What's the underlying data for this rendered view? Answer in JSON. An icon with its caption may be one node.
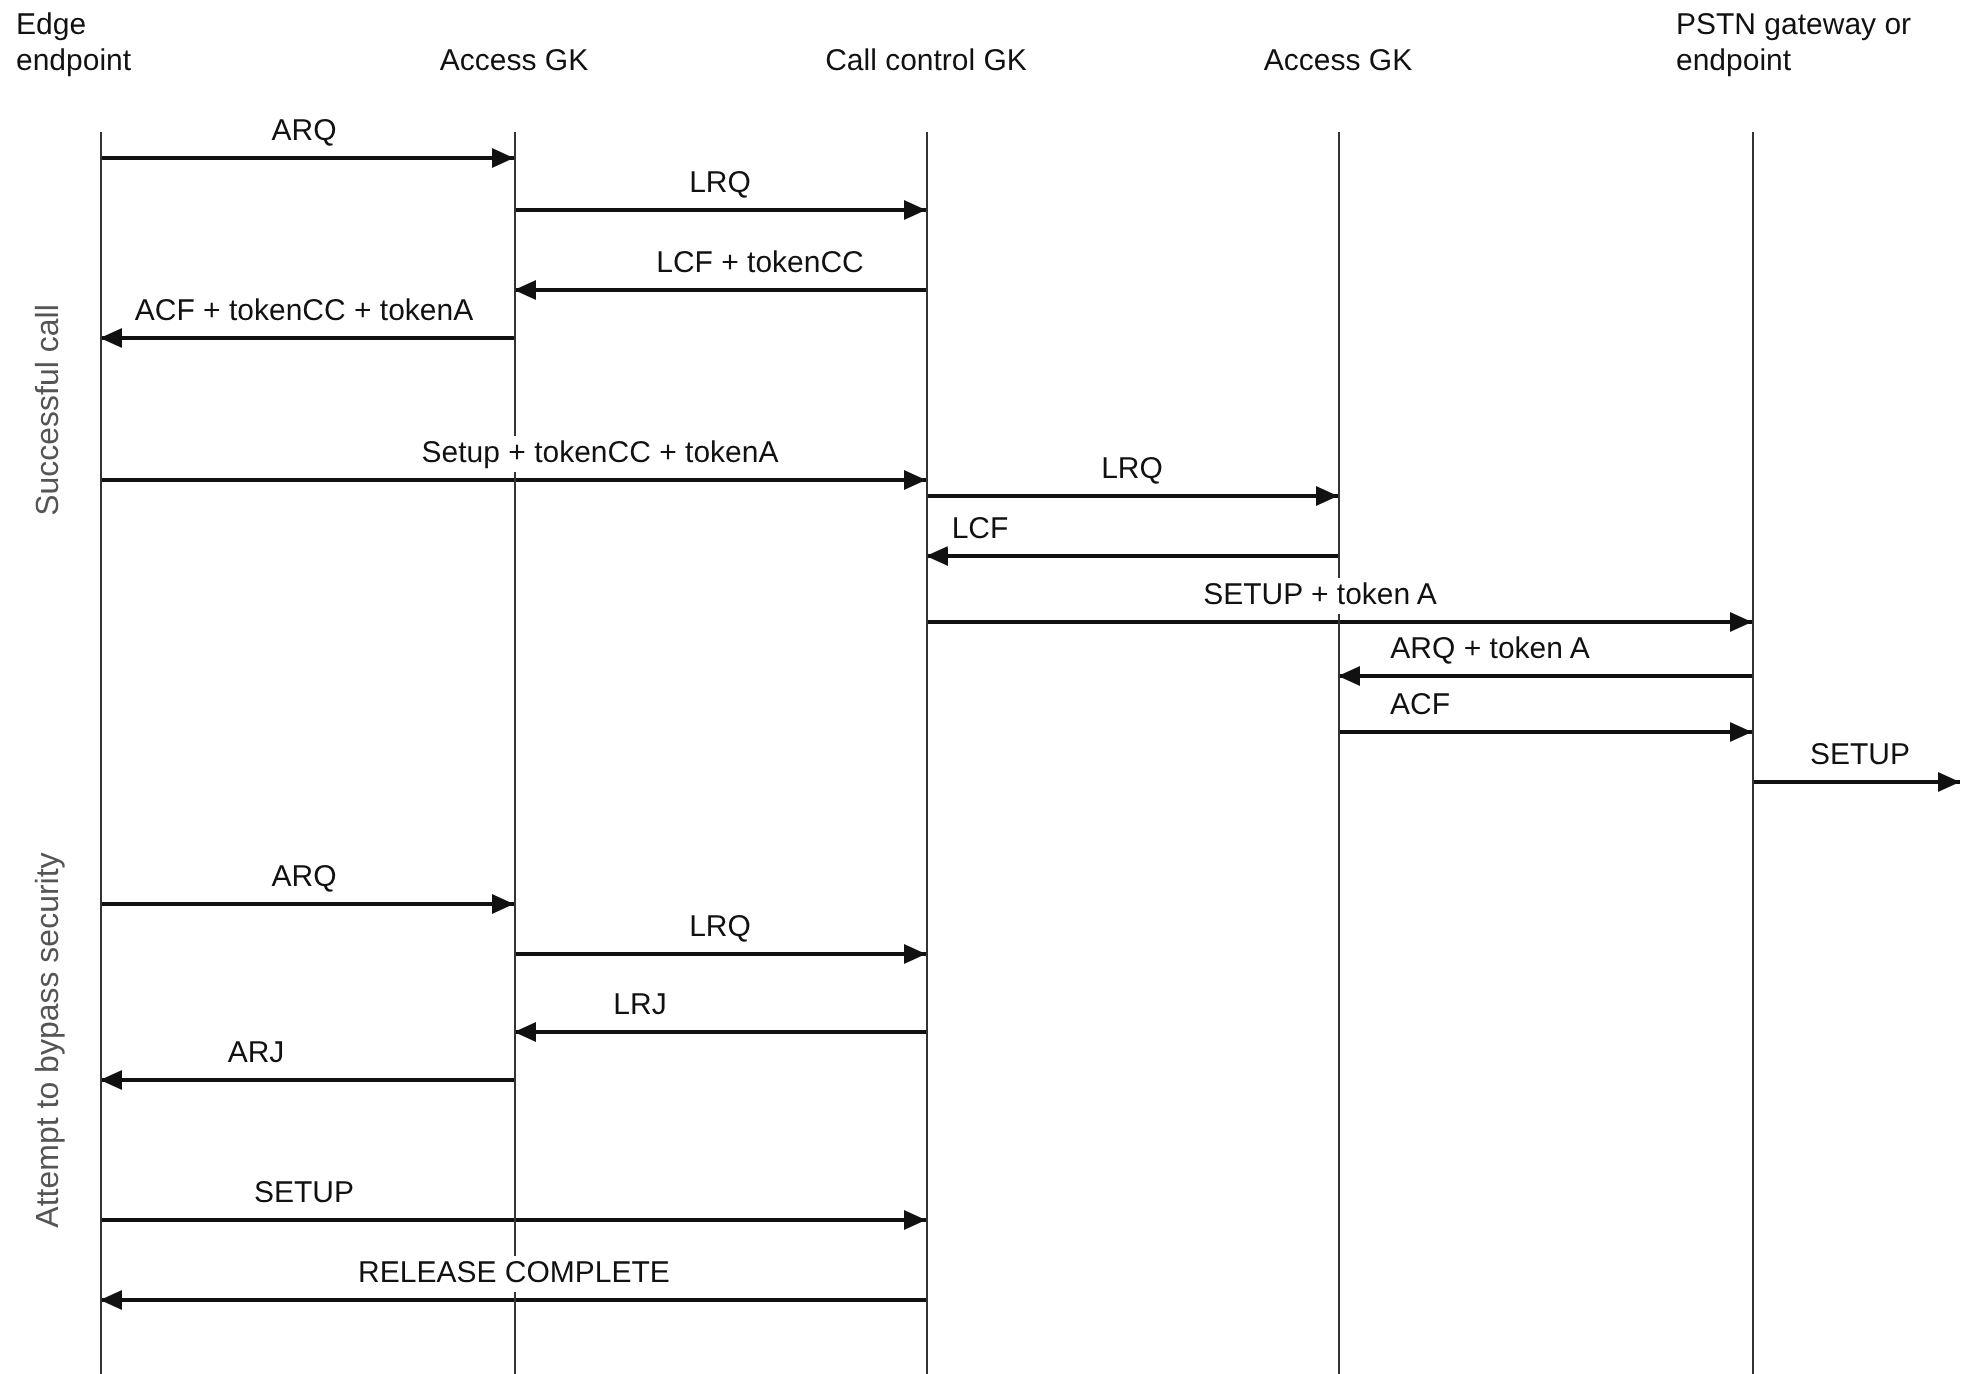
{
  "diagram": {
    "nodes": [
      {
        "text": [
          "Edge endpoint"
        ]
      },
      {
        "text": [
          "Access GK"
        ]
      },
      {
        "text": [
          "Call control GK"
        ]
      },
      {
        "text": [
          "Access GK"
        ]
      },
      {
        "text": [
          "PSTN gateway or endpoint"
        ]
      }
    ],
    "edges": [
      {
        "from": 0,
        "to": 1,
        "arrow": "to",
        "label": "ARQ"
      },
      {
        "from": 1,
        "to": 2,
        "arrow": "to",
        "label": "LRQ"
      },
      {
        "from": 2,
        "to": 1,
        "arrow": "to",
        "label": "LCF + tokenCC"
      },
      {
        "from": 1,
        "to": 0,
        "arrow": "to",
        "label": "ACF + tokenCC + tokenA"
      },
      {
        "from": 0,
        "to": 2,
        "arrow": "to",
        "label": "Setup + tokenCC + tokenA"
      },
      {
        "from": 2,
        "to": 3,
        "arrow": "to",
        "label": "LRQ"
      },
      {
        "from": 3,
        "to": 2,
        "arrow": "to",
        "label": "LCF"
      },
      {
        "from": 2,
        "to": 4,
        "arrow": "to",
        "label": "SETUP + token A"
      },
      {
        "from": 4,
        "to": 3,
        "arrow": "to",
        "label": "ARQ + token A"
      },
      {
        "from": 3,
        "to": 4,
        "arrow": "to",
        "label": "ACF"
      },
      {
        "from": 4,
        "to": null,
        "arrow": "to",
        "label": "SETUP"
      },
      {
        "from": 0,
        "to": 1,
        "arrow": "to",
        "label": "ARQ"
      },
      {
        "from": 1,
        "to": 2,
        "arrow": "to",
        "label": "LRQ"
      },
      {
        "from": 2,
        "to": 1,
        "arrow": "to",
        "label": "LRJ"
      },
      {
        "from": 1,
        "to": 0,
        "arrow": "to",
        "label": "ARJ"
      },
      {
        "from": 0,
        "to": 2,
        "arrow": "to",
        "label": "SETUP"
      },
      {
        "from": 2,
        "to": 0,
        "arrow": "to",
        "label": "RELEASE COMPLETE"
      }
    ],
    "labels": [
      "Successful call",
      "Attempt to bypass security"
    ]
  }
}
